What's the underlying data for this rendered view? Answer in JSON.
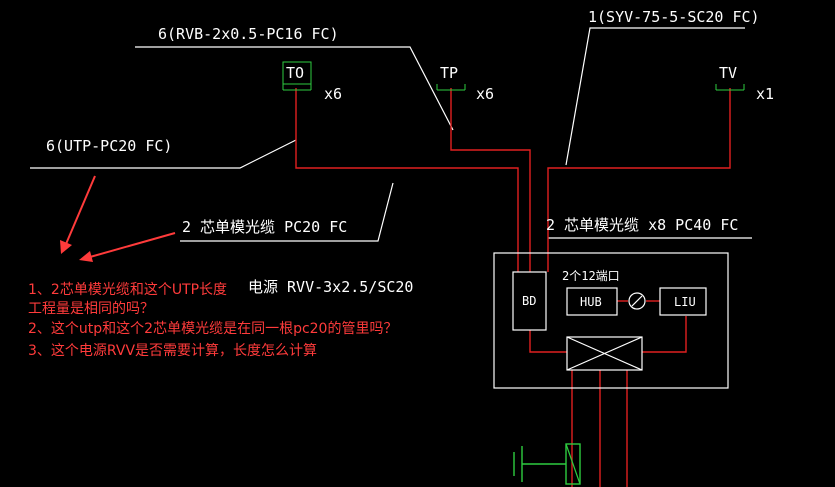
{
  "cable_labels": {
    "rvb": "6(RVB-2x0.5-PC16 FC)",
    "syv": "1(SYV-75-5-SC20 FC)",
    "utp": "6(UTP-PC20 FC)",
    "fiber_left": "2 芯单模光缆  PC20   FC",
    "fiber_right": "2 芯单模光缆  x8  PC40   FC",
    "power": "电源  RVV-3x2.5/SC20"
  },
  "outlets": {
    "to": {
      "label": "TO",
      "count": "x6"
    },
    "tp": {
      "label": "TP",
      "count": "x6"
    },
    "tv": {
      "label": "TV",
      "count": "x1"
    }
  },
  "cabinet": {
    "bd": "BD",
    "hub_caption": "2个12端口",
    "hub": "HUB",
    "liu": "LIU"
  },
  "questions": [
    "1、2芯单模光缆和这个UTP长度",
    "工程量是相同的吗？",
    "2、这个utp和这个2芯单模光缆是在同一根pc20的管里吗？",
    "3、这个电源RVV是否需要计算，长度怎么计算"
  ],
  "colors": {
    "background": "#000000",
    "wire": "#e02020",
    "line": "#ffffff",
    "outlet": "#2ecc40",
    "note": "#ff3b3b"
  }
}
